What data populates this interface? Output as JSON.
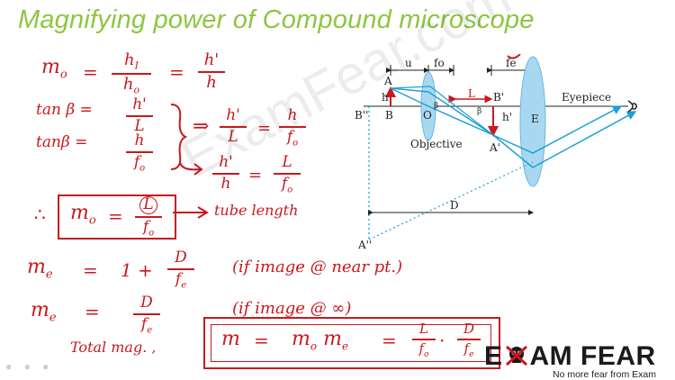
{
  "title": "Magnifying power of Compound microscope",
  "notes": {
    "mo_label": "m",
    "mo_sub": "o",
    "eq": "=",
    "frac_hI_n": "h",
    "frac_hI_sub": "I",
    "frac_hI_d": "h",
    "frac_hI_dsub": "o",
    "frac_hp_n": "h'",
    "frac_hp_d": "h",
    "tan1": "tan β =",
    "tan2": "tanβ =",
    "frac_L_n": "h'",
    "frac_L_d": "L",
    "frac_f_n": "h",
    "frac_f_d": "f",
    "frac_f_dsub": "o",
    "implies": "⇒",
    "r1_n": "h'",
    "r1_d": "L",
    "r1b_n": "h",
    "r1b_d": "f",
    "r1b_dsub": "o",
    "r2_n": "h'",
    "r2_d": "h",
    "r2b_n": "L",
    "r2b_d": "f",
    "r2b_dsub": "o",
    "therefore": "∴",
    "box_mo": "m",
    "box_mo_sub": "o",
    "box_frac_n": "L",
    "box_frac_d": "f",
    "box_frac_dsub": "o",
    "tube_length": "tube length",
    "me_label": "m",
    "me_sub": "e",
    "me1_rhs": "1 +",
    "me1_frac_n": "D",
    "me1_frac_d": "f",
    "me1_frac_dsub": "e",
    "me1_cond": "(if image @ near pt.)",
    "me2_frac_n": "D",
    "me2_frac_d": "f",
    "me2_frac_dsub": "e",
    "me2_cond": "(if image @ ∞)",
    "total_label": "Total mag. ,",
    "total_m": "m",
    "total_mo": "m",
    "total_mo_sub": "o",
    "total_me": "m",
    "total_me_sub": "e",
    "total_f1_n": "L",
    "total_f1_d": "f",
    "total_f1_dsub": "o",
    "dot": "·",
    "total_f2_n": "D",
    "total_f2_d": "f",
    "total_f2_dsub": "e"
  },
  "diagram": {
    "u": "u",
    "fo": "fo",
    "fe": "fe",
    "A": "A",
    "B": "B",
    "h": "h",
    "O": "O",
    "Bprime_small": "B'",
    "L": "L",
    "hprime": "h'",
    "E": "E",
    "Eyepiece": "Eyepiece",
    "Objective": "Objective",
    "Aprime_small": "A'",
    "Bdouble": "B''",
    "Adouble": "A''",
    "D": "D",
    "beta": "β",
    "beta2": "β"
  },
  "watermark": "ExamFear.com",
  "logo": {
    "text_left": "E",
    "text_right": "AM FEAR",
    "tagline": "No more fear from Exam"
  },
  "colors": {
    "title": "#8dc63f",
    "ink": "#c8191e",
    "ray": "#1e9fd6",
    "lens": "#a8d8f0"
  }
}
